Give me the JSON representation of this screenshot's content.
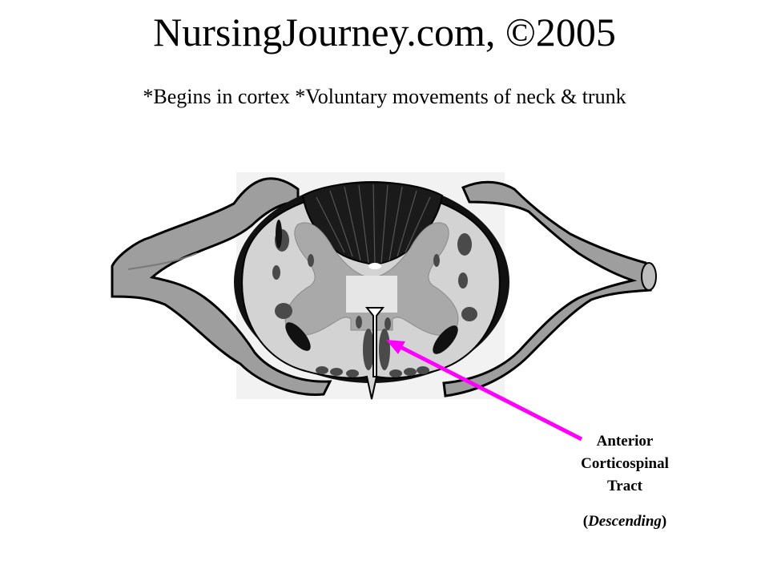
{
  "header": {
    "title": "NursingJourney.com, ©2005",
    "subtitle": "*Begins in cortex *Voluntary movements of neck & trunk"
  },
  "annotation": {
    "label_lines": [
      "Anterior",
      "Corticospinal",
      "Tract"
    ],
    "descriptor": "Descending",
    "descriptor_open": "(",
    "descriptor_close": ")"
  },
  "colors": {
    "arrow": "#ff00ff",
    "white_matter": "#d3d3d3",
    "gray_matter": "#a9a9a9",
    "tract_dark": "#4a4a4a",
    "tract_black": "#111111",
    "nerve_root": "#9e9e9e"
  }
}
